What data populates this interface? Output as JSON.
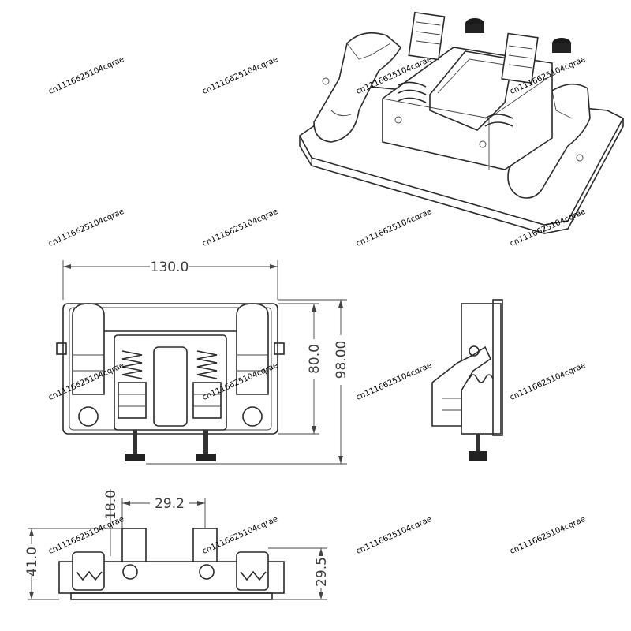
{
  "dimensions": {
    "width_total": "130.0",
    "height_inner": "80.0",
    "height_total": "98.00",
    "bottom_height_top": "18.0",
    "bottom_center_span": "29.2",
    "bottom_height_total": "41.0",
    "bottom_height_right": "29.5"
  },
  "watermark": "cn1116625104cqrae",
  "colors": {
    "line": "#2a2a2a",
    "background": "#ffffff"
  }
}
